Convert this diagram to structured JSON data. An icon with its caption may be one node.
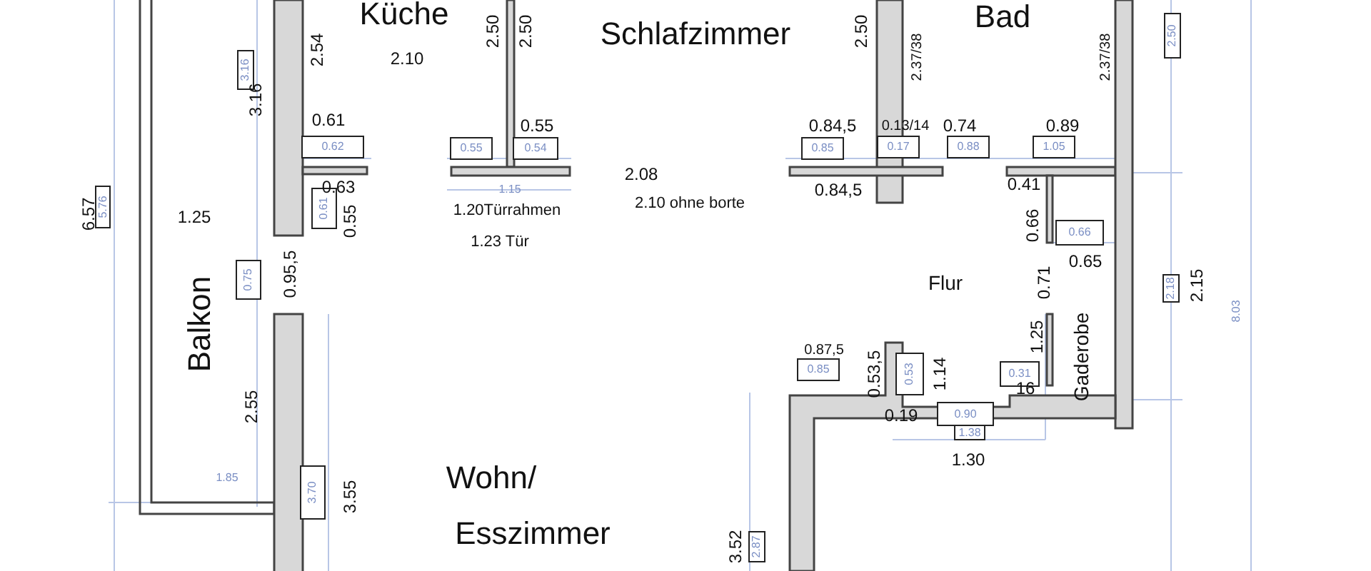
{
  "diagram": {
    "nodes": [
      {
        "text": [
          "2.50"
        ]
      },
      {
        "text": [
          "3.16"
        ]
      },
      {
        "text": [
          "0.62"
        ]
      },
      {
        "text": [
          "0.55"
        ]
      },
      {
        "text": [
          "0.54"
        ]
      },
      {
        "text": [
          "0.85"
        ]
      },
      {
        "text": [
          "0.17"
        ]
      },
      {
        "text": [
          "0.88"
        ]
      },
      {
        "text": [
          "1.05"
        ]
      },
      {
        "text": [
          "5.76"
        ]
      },
      {
        "text": [
          "0.61"
        ]
      },
      {
        "text": [
          "0.66"
        ]
      },
      {
        "text": [
          "0.75"
        ]
      },
      {
        "text": [
          "2.18"
        ]
      },
      {
        "text": [
          "0.85"
        ]
      },
      {
        "text": [
          "0.53"
        ]
      },
      {
        "text": [
          "0.31"
        ]
      },
      {
        "text": [
          "0.90"
        ]
      },
      {
        "text": [
          "1.38"
        ]
      },
      {
        "text": [
          "3.70"
        ]
      },
      {
        "text": [
          "2.87"
        ]
      }
    ],
    "labels": [
      "Küche",
      "2.54",
      "2.10",
      "2.50",
      "2.50",
      "Schlafzimmer",
      "2.50",
      "Bad",
      "2.37/38",
      "2.37/38",
      "3.16",
      "0.61",
      "0.55",
      "0.84,5",
      "0.13/14",
      "0.74",
      "0.89",
      "0.63",
      "2.08",
      "1.15",
      "0.84,5",
      "0.41",
      "1.20Türrahmen",
      "2.10 ohne borte",
      "6.57",
      "1.25",
      "0.55",
      "0.66",
      "1.23 Tür",
      "0.65",
      "0.95,5",
      "Flur",
      "0.71",
      "2.15",
      "8.03",
      "Balkon",
      "1.25",
      "0.87,5",
      "Gaderobe",
      "0.53,5",
      "1.14",
      "16",
      "2.55",
      "0.19",
      "1.30",
      "1.85",
      "3.55",
      "Wohn/",
      "Esszimmer",
      "3.52"
    ]
  }
}
